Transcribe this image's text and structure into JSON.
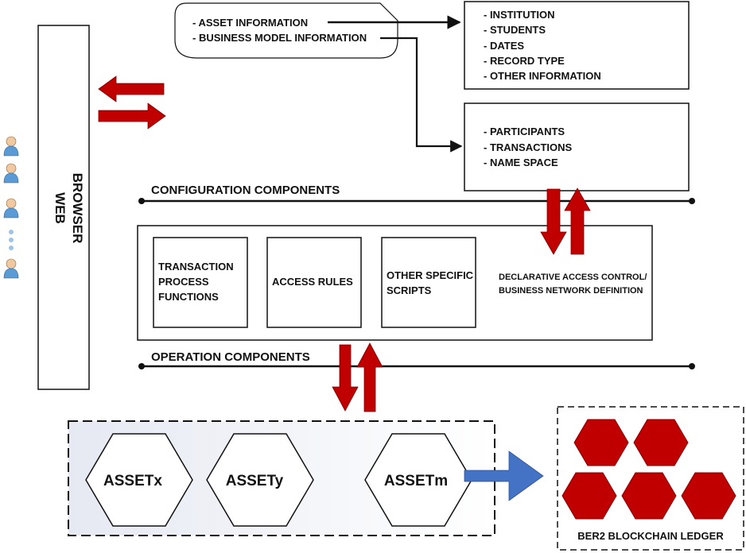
{
  "browser": {
    "line1": "WEB",
    "line2": "BROWSER"
  },
  "info_bubble": {
    "items": [
      "- ASSET INFORMATION",
      "- BUSINESS MODEL INFORMATION"
    ]
  },
  "asset_info_box": {
    "items": [
      "- INSTITUTION",
      "- STUDENTS",
      "- DATES",
      "- RECORD TYPE",
      "- OTHER INFORMATION"
    ]
  },
  "business_model_box": {
    "items": [
      "- PARTICIPANTS",
      "- TRANSACTIONS",
      "- NAME SPACE"
    ]
  },
  "configuration_line": {
    "label": "CONFIGURATION COMPONENTS"
  },
  "operation_line": {
    "label": "OPERATION COMPONENTS"
  },
  "components": {
    "transaction": [
      "TRANSACTION",
      "PROCESS",
      "FUNCTIONS"
    ],
    "access_rules": [
      "ACCESS RULES"
    ],
    "other_scripts": [
      "OTHER SPECIFIC",
      "SCRIPTS"
    ],
    "declarative": [
      "DECLARATIVE ACCESS CONTROL/",
      "BUSINESS NETWORK DEFINITION"
    ]
  },
  "assets": [
    "ASSETx",
    "ASSETy",
    "ASSETm"
  ],
  "ledger": {
    "label": "BER2 BLOCKCHAIN LEDGER"
  },
  "colors": {
    "arrow_red": "#c00000",
    "hex_red": "#c00000",
    "flow_arrow_blue": "#4472c4",
    "user_icon_blue": "#5b9bd5",
    "asset_panel_tint": "#e8ebf3"
  }
}
